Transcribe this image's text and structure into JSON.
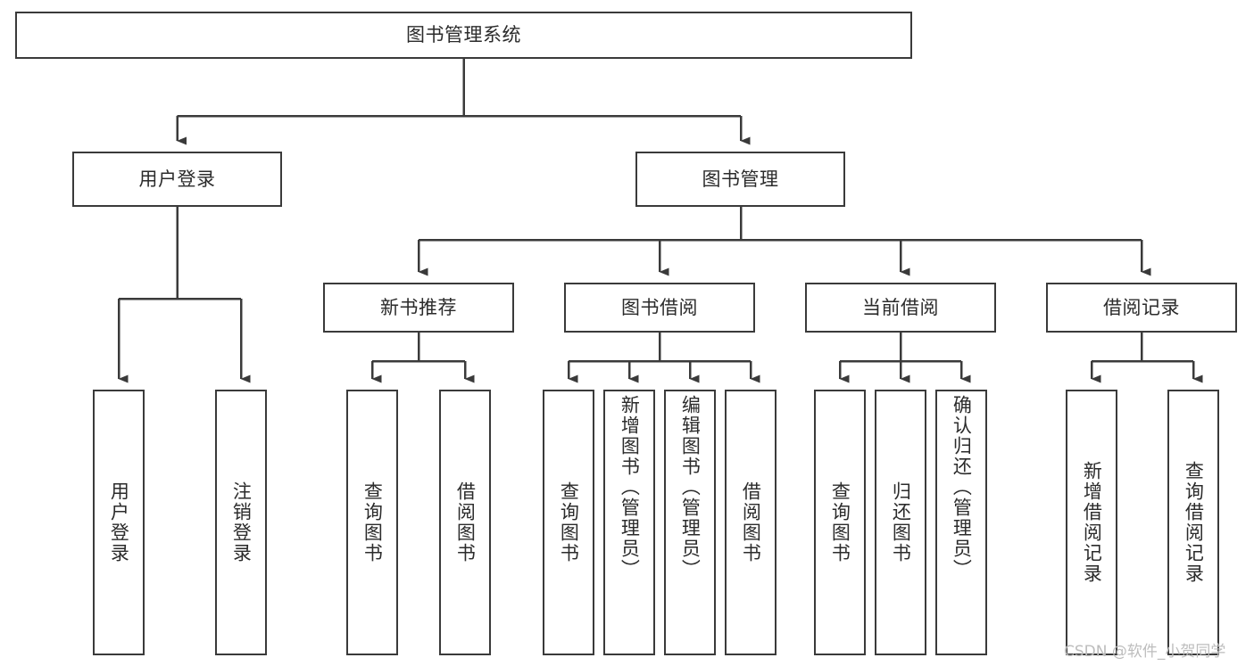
{
  "diagram": {
    "type": "tree-hierarchy",
    "title": "图书管理系统",
    "orientation": "top-down",
    "colors": {
      "node_border": "#3a3a3a",
      "node_fill": "#ffffff",
      "text": "#2b2b2b",
      "edge": "#3a3a3a",
      "watermark": "#bdbdbd",
      "background": "#ffffff"
    }
  },
  "nodes": {
    "root": {
      "label": "图书管理系统"
    },
    "level2": [
      {
        "id": "user-login",
        "label": "用户登录"
      },
      {
        "id": "book-management",
        "label": "图书管理"
      }
    ],
    "level3": [
      {
        "id": "new-book-recommend",
        "label": "新书推荐"
      },
      {
        "id": "book-borrow",
        "label": "图书借阅"
      },
      {
        "id": "current-borrow",
        "label": "当前借阅"
      },
      {
        "id": "borrow-record",
        "label": "借阅记录"
      }
    ],
    "leaves": {
      "user_login": [
        {
          "id": "leaf-user-login",
          "label": "用户登录"
        },
        {
          "id": "leaf-logout",
          "label": "注销登录"
        }
      ],
      "new_book_recommend": [
        {
          "id": "leaf-query-book-1",
          "label": "查询图书"
        },
        {
          "id": "leaf-borrow-book-1",
          "label": "借阅图书"
        }
      ],
      "book_borrow": [
        {
          "id": "leaf-query-book-2",
          "label": "查询图书"
        },
        {
          "id": "leaf-add-book",
          "label": "新增图书（管理员）"
        },
        {
          "id": "leaf-edit-book",
          "label": "编辑图书（管理员）"
        },
        {
          "id": "leaf-borrow-book-2",
          "label": "借阅图书"
        }
      ],
      "current_borrow": [
        {
          "id": "leaf-query-book-3",
          "label": "查询图书"
        },
        {
          "id": "leaf-return-book",
          "label": "归还图书"
        },
        {
          "id": "leaf-confirm-return",
          "label": "确认归还（管理员）"
        }
      ],
      "borrow_record": [
        {
          "id": "leaf-add-record",
          "label": "新增借阅记录"
        },
        {
          "id": "leaf-query-record",
          "label": "查询借阅记录"
        }
      ]
    }
  },
  "watermark": {
    "text": "CSDN @软件_小贺同学"
  }
}
